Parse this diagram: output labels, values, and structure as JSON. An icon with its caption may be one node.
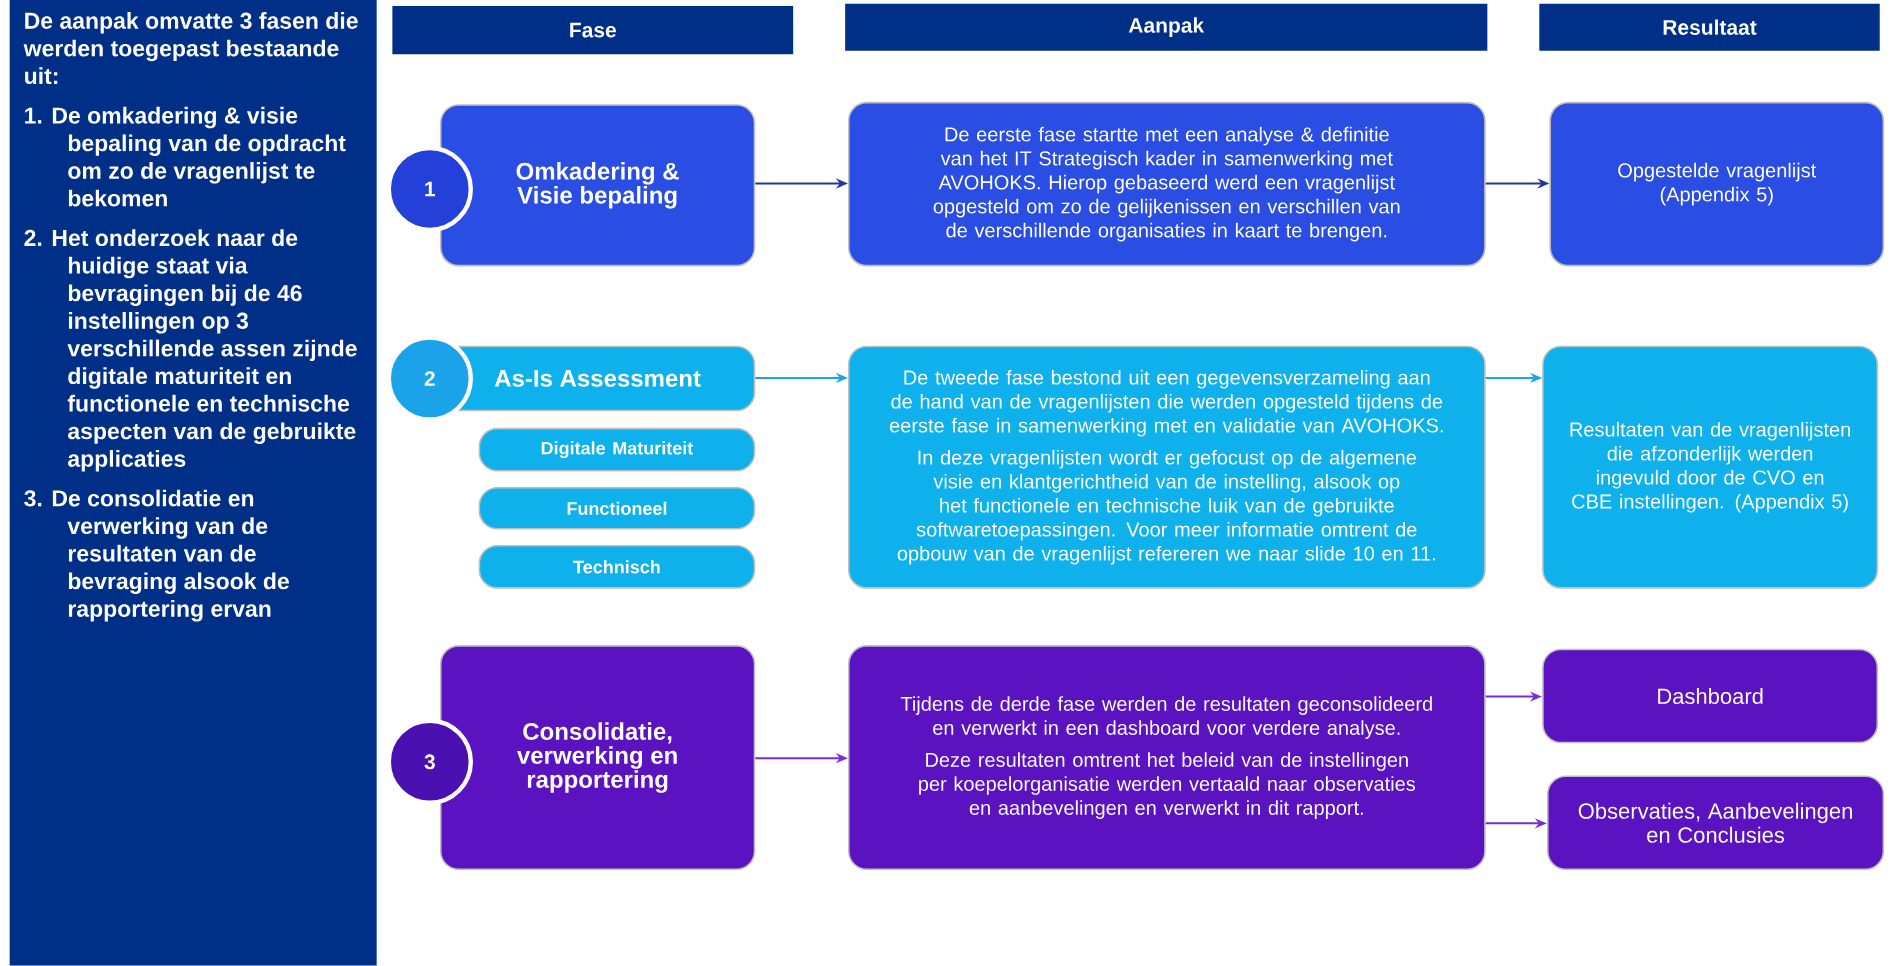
{
  "diagram": {
    "nodes": [
      {
        "text": [
          "De aanpak omvatte 3 fasen die werden toegepast bestaande uit:",
          "1. De omkadering & visie bepaling van de opdracht om zo de vragenlijst te bekomen",
          "2. Het onderzoek naar de huidige staat via bevragingen bij de 46 instellingen op 3 verschillende assen zijnde digitale maturiteit en functionele en technische aspecten van de gebruikte applicaties",
          "3. De consolidatie en verwerking van de resultaten van de bevraging alsook de rapportering ervan"
        ]
      },
      {
        "text": [
          "Fase"
        ]
      },
      {
        "text": [
          "Aanpak"
        ]
      },
      {
        "text": [
          "Resultaat"
        ]
      },
      {
        "text": [
          "Omkadering & Visie bepaling"
        ]
      },
      {
        "text": [
          "1"
        ]
      },
      {
        "text": [
          "De eerste fase startte met een analyse & definitie van het IT Strategisch kader in samenwerking met AVOHOKS. Hierop gebaseerd werd een vragenlijst opgesteld om zo de gelijkenissen en verschillen van de verschillende organisaties in kaart te brengen."
        ]
      },
      {
        "text": [
          "Opgestelde vragenlijst (Appendix 5)"
        ]
      },
      {
        "text": [
          "As-Is Assessment"
        ]
      },
      {
        "text": [
          "2"
        ]
      },
      {
        "text": [
          "Digitale Maturiteit"
        ]
      },
      {
        "text": [
          "Functioneel"
        ]
      },
      {
        "text": [
          "Technisch"
        ]
      },
      {
        "text": [
          "De tweede fase bestond uit een gegevensverzameling aan de hand van de vragenlijsten die werden opgesteld tijdens de eerste fase in samenwerking met en validatie van AVOHOKS.",
          "In deze vragenlijsten wordt er gefocust op de algemene visie en klantgerichtheid van de instelling, alsook op het functionele en technische luik van de gebruikte softwaretoepassingen. Voor meer informatie omtrent de opbouw van de vragenlijst refereren we naar slide 10 en 11."
        ]
      },
      {
        "text": [
          "Resultaten van de vragenlijsten die afzonderlijk werden ingevuld door de CVO en CBE instellingen. (Appendix 5)"
        ]
      },
      {
        "text": [
          "Consolidatie, verwerking en rapportering"
        ]
      },
      {
        "text": [
          "3"
        ]
      },
      {
        "text": [
          "Tijdens de derde fase werden de resultaten geconsolideerd en verwerkt in een dashboard voor verdere analyse.",
          "Deze resultaten omtrent het beleid van de instellingen per koepelorganisatie werden vertaald naar observaties en aanbevelingen en verwerkt in dit rapport."
        ]
      },
      {
        "text": [
          "Dashboard"
        ]
      },
      {
        "text": [
          "Observaties, Aanbevelingen en Conclusies"
        ]
      }
    ],
    "edges": [
      {
        "from": 4,
        "to": 6,
        "arrow": "to",
        "color": "#1f3a93"
      },
      {
        "from": 6,
        "to": 7,
        "arrow": "to",
        "color": "#1f3a93"
      },
      {
        "from": 8,
        "to": 13,
        "arrow": "to",
        "color": "#1aa3e8"
      },
      {
        "from": 13,
        "to": 14,
        "arrow": "to",
        "color": "#1aa3e8"
      },
      {
        "from": 15,
        "to": 17,
        "arrow": "to",
        "color": "#7a2be0"
      },
      {
        "from": 17,
        "to": 18,
        "arrow": "to",
        "color": "#7a2be0"
      },
      {
        "from": 17,
        "to": 19,
        "arrow": "to",
        "color": "#7a2be0"
      }
    ]
  }
}
